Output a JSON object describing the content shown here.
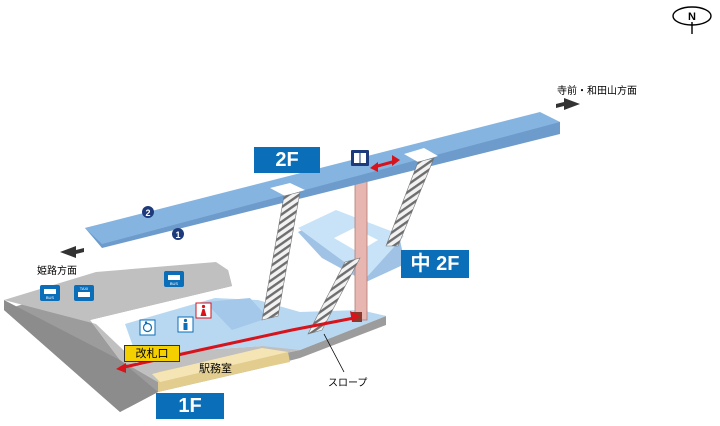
{
  "compass": {
    "letter": "N"
  },
  "floors": {
    "f2": "2F",
    "mid2f": "中 2F",
    "f1": "1F"
  },
  "directions": {
    "east": "寺前・和田山方面",
    "west": "姫路方面"
  },
  "platforms": {
    "p1": "1",
    "p2": "2"
  },
  "labels": {
    "ticket_gate": "改札口",
    "station_office": "駅務室",
    "slope": "スロープ"
  },
  "icons": {
    "bus": "BUS",
    "taxi": "TAXI"
  },
  "colors": {
    "platform_blue": "#86b4e0",
    "mezzanine_blue": "#c8e3f7",
    "floor_grey": "#bfbfbf",
    "office_beige": "#f6e5b4",
    "route_red": "#d7141c",
    "floor_label_bg": "#0b6eb8",
    "ticket_gate_yellow": "#f5d000",
    "elevator_shaft": "#e8b6b0"
  }
}
